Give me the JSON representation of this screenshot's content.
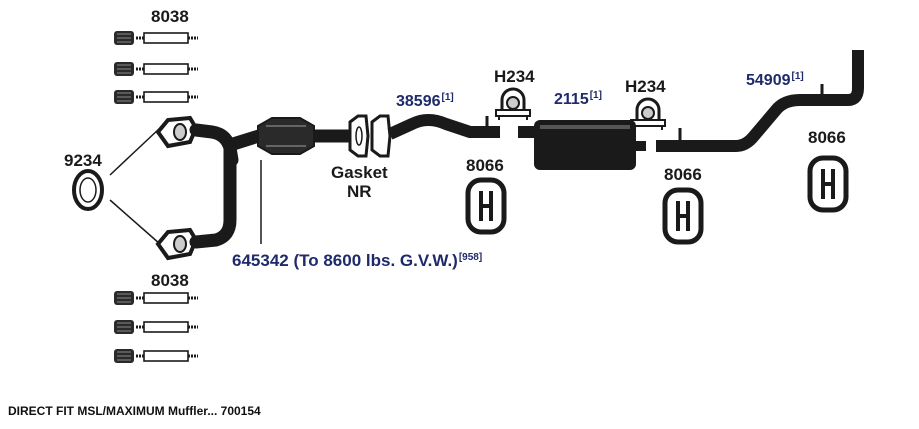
{
  "labels": {
    "hardware_top": "8038",
    "hardware_bottom": "8038",
    "gasket": "9234",
    "gasket_nr_line1": "Gasket",
    "gasket_nr_line2": "NR",
    "clamp_left": "H234",
    "clamp_right": "H234",
    "hanger_1": "8066",
    "hanger_2": "8066",
    "hanger_3": "8066"
  },
  "parts": {
    "pipe_front": {
      "number": "38596",
      "note": "[1]"
    },
    "muffler": {
      "number": "2115",
      "note": "[1]"
    },
    "tailpipe": {
      "number": "54909",
      "note": "[1]"
    },
    "converter": {
      "number": "645342 (To 8600 lbs. G.V.W.)",
      "note": "[958]"
    }
  },
  "caption": "DIRECT FIT MSL/MAXIMUM Muffler... 700154",
  "colors": {
    "ink": "#1a1a1a",
    "part_number": "#1f2a6b",
    "background": "#ffffff"
  }
}
